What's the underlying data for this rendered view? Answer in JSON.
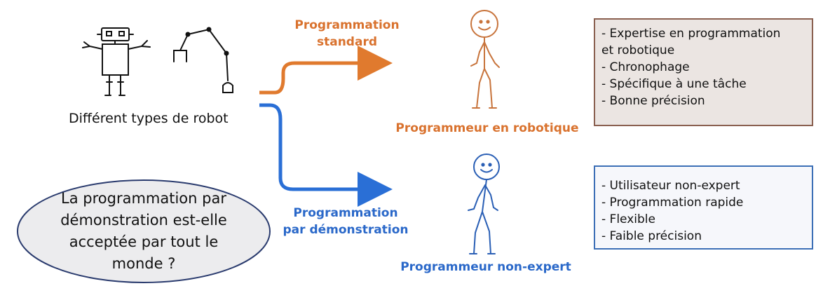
{
  "robots_caption": "Différent types de robot",
  "paths": {
    "standard": {
      "label_line1": "Programmation",
      "label_line2": "standard",
      "color": "#d9722e"
    },
    "demonstration": {
      "label_line1": "Programmation",
      "label_line2": "par démonstration",
      "color": "#2a68c9"
    }
  },
  "expert": {
    "caption": "Programmeur en robotique",
    "traits": [
      "- Expertise en programmation",
      "et robotique",
      "- Chronophage",
      "- Spécifique à une tâche",
      "- Bonne précision"
    ]
  },
  "non_expert": {
    "caption": "Programmeur non-expert",
    "traits": [
      "- Utilisateur non-expert",
      "- Programmation rapide",
      "- Flexible",
      "- Faible précision"
    ]
  },
  "question": {
    "lines": [
      "La programmation par",
      "démonstration est-elle",
      "acceptée par tout le",
      "monde ?"
    ]
  },
  "colors": {
    "orange": "#d9722e",
    "blue": "#2a68c9",
    "expert_box_bg": "#ebe5e2",
    "expert_box_border": "#8a6050",
    "nonexpert_box_border": "#3c6fb6",
    "ellipse_fill": "#ececee"
  }
}
